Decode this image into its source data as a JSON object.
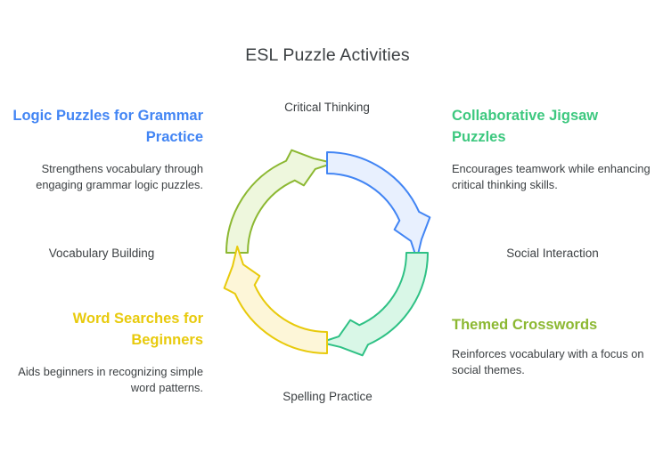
{
  "title": "ESL Puzzle Activities",
  "background": "#ffffff",
  "text_color": "#3c4043",
  "stages": {
    "top": "Critical Thinking",
    "right": "Social Interaction",
    "bottom": "Spelling Practice",
    "left": "Vocabulary Building"
  },
  "segments": [
    {
      "id": "top-left",
      "heading": "Logic Puzzles for Grammar Practice",
      "description": "Strengthens vocabulary through engaging grammar logic puzzles.",
      "stroke": "#8cb832",
      "fill": "#eef7dd",
      "heading_color": "#4285f4"
    },
    {
      "id": "top-right",
      "heading": "Collaborative Jigsaw Puzzles",
      "description": "Encourages teamwork while enhancing critical thinking skills.",
      "stroke": "#4285f4",
      "fill": "#e8f0fe",
      "heading_color": "#3dc87f"
    },
    {
      "id": "bottom-right",
      "heading": "Themed Crosswords",
      "description": "Reinforces vocabulary with a focus on social themes.",
      "stroke": "#2fc185",
      "fill": "#d9f7e7",
      "heading_color": "#8cb832"
    },
    {
      "id": "bottom-left",
      "heading": "Word Searches for Beginners",
      "description": "Aids beginners in recognizing simple word patterns.",
      "stroke": "#e8ca0c",
      "fill": "#fdf6d8",
      "heading_color": "#e8ca0c"
    }
  ],
  "chart_data": {
    "type": "diagram",
    "diagram_type": "cycle-arrow-wheel",
    "title": "ESL Puzzle Activities",
    "segment_count": 4,
    "rotation": "clockwise",
    "center": [
      367,
      284
    ],
    "outer_radius": 114,
    "inner_radius": 90,
    "segments": [
      {
        "label": "Logic Puzzles for Grammar Practice",
        "stage": "Critical Thinking",
        "quadrant": "top-left",
        "color": "#8cb832"
      },
      {
        "label": "Collaborative Jigsaw Puzzles",
        "stage": "Social Interaction",
        "quadrant": "top-right",
        "color": "#4285f4"
      },
      {
        "label": "Themed Crosswords",
        "stage": "Spelling Practice",
        "quadrant": "bottom-right",
        "color": "#2fc185"
      },
      {
        "label": "Word Searches for Beginners",
        "stage": "Vocabulary Building",
        "quadrant": "bottom-left",
        "color": "#e8ca0c"
      }
    ]
  }
}
